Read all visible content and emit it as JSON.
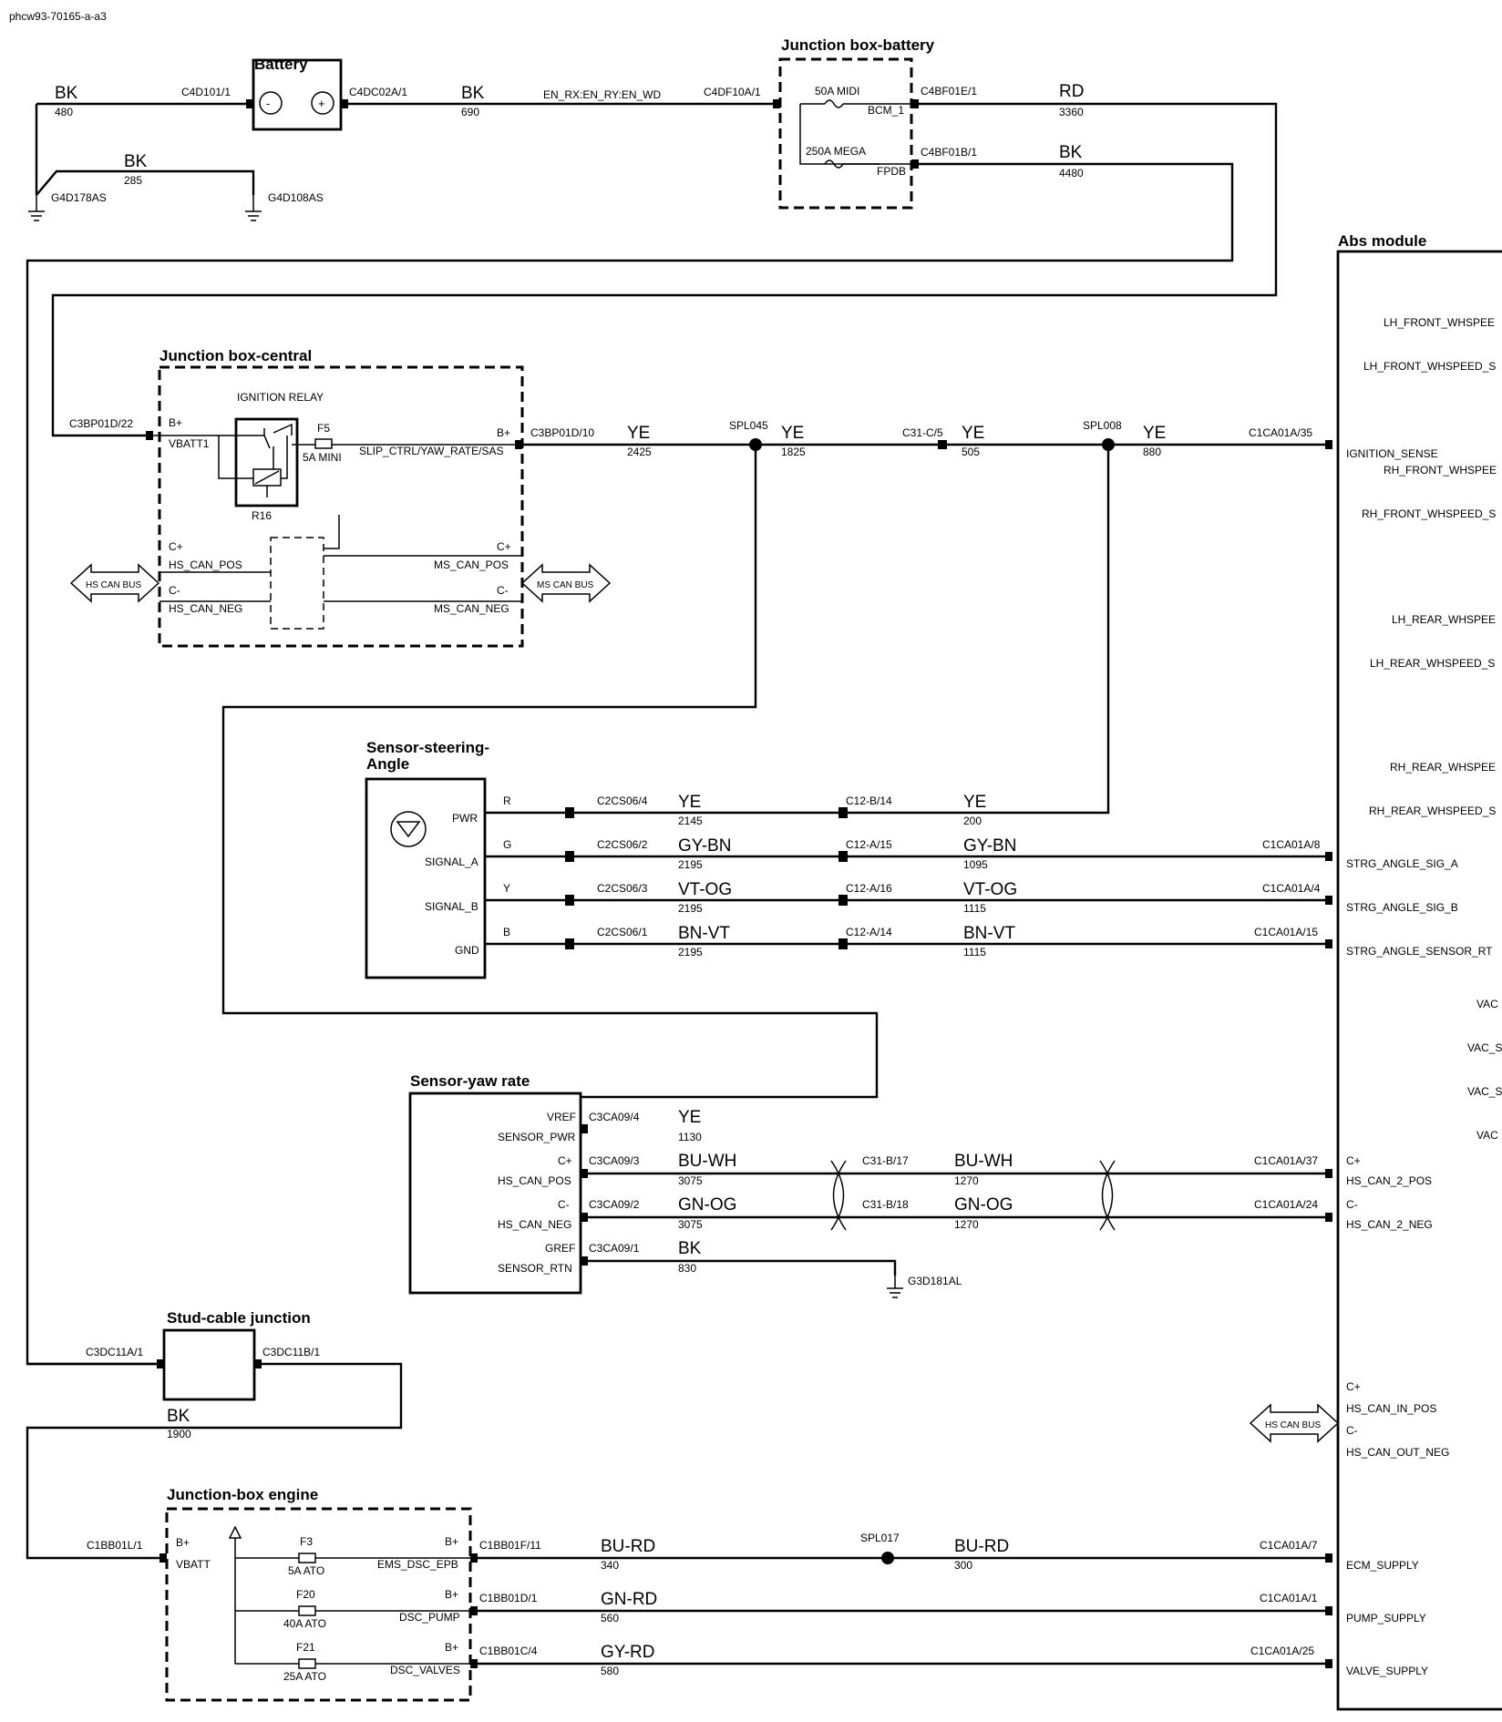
{
  "figure_id": "phcw93-70165-a-a3",
  "components": {
    "battery": {
      "title": "Battery",
      "neg": "-",
      "pos": "+"
    },
    "jb_battery": {
      "title": "Junction box-battery",
      "fuse1": "50A MIDI",
      "fuse1_pin": "BCM_1",
      "fuse2": "250A MEGA",
      "fuse2_pin": "FPDB"
    },
    "jb_central": {
      "title": "Junction box-central",
      "relay": "IGNITION RELAY",
      "relay_ref": "R16",
      "fuse": "F5",
      "fuse_rating": "5A MINI",
      "b_plus_in": "B+",
      "vbatt": "VBATT1",
      "b_plus_out": "B+",
      "slip": "SLIP_CTRL/YAW_RATE/SAS",
      "c_plus_l": "C+",
      "hs_pos": "HS_CAN_POS",
      "c_minus_l": "C-",
      "hs_neg": "HS_CAN_NEG",
      "c_plus_r": "C+",
      "ms_pos": "MS_CAN_POS",
      "c_minus_r": "C-",
      "ms_neg": "MS_CAN_NEG",
      "hs_bus": "HS CAN BUS",
      "ms_bus": "MS CAN BUS"
    },
    "steering": {
      "title_1": "Sensor-steering-",
      "title_2": "Angle",
      "pins": [
        "PWR",
        "SIGNAL_A",
        "SIGNAL_B",
        "GND"
      ],
      "pin_letters": [
        "R",
        "G",
        "Y",
        "B"
      ]
    },
    "yaw": {
      "title": "Sensor-yaw rate",
      "pins": [
        [
          "VREF",
          "SENSOR_PWR"
        ],
        [
          "C+",
          "HS_CAN_POS"
        ],
        [
          "C-",
          "HS_CAN_NEG"
        ],
        [
          "GREF",
          "SENSOR_RTN"
        ]
      ]
    },
    "stud": {
      "title": "Stud-cable junction"
    },
    "jb_engine": {
      "title": "Junction-box engine",
      "b_plus_in": "B+",
      "vbatt": "VBATT",
      "fuses": [
        {
          "ref": "F3",
          "rating": "5A ATO",
          "b": "B+",
          "out": "EMS_DSC_EPB"
        },
        {
          "ref": "F20",
          "rating": "40A ATO",
          "b": "B+",
          "out": "DSC_PUMP"
        },
        {
          "ref": "F21",
          "rating": "25A ATO",
          "b": "B+",
          "out": "DSC_VALVES"
        }
      ]
    },
    "abs": {
      "title": "Abs module",
      "pins": [
        "LH_FRONT_WHSPEE",
        "LH_FRONT_WHSPEED_S",
        "IGNITION_SENSE",
        "RH_FRONT_WHSPEE",
        "RH_FRONT_WHSPEED_S",
        "LH_REAR_WHSPEE",
        "LH_REAR_WHSPEED_S",
        "RH_REAR_WHSPEE",
        "RH_REAR_WHSPEED_S",
        "STRG_ANGLE_SIG_A",
        "STRG_ANGLE_SIG_B",
        "STRG_ANGLE_SENSOR_RT",
        "VAC",
        "VAC_S",
        "VAC_S",
        "VAC",
        "C+",
        "HS_CAN_2_POS",
        "C-",
        "HS_CAN_2_NEG",
        "C+",
        "HS_CAN_IN_POS",
        "C-",
        "HS_CAN_OUT_NEG",
        "ECM_SUPPLY",
        "PUMP_SUPPLY",
        "VALVE_SUPPLY"
      ],
      "hs_bus": "HS CAN BUS"
    }
  },
  "connectors": {
    "c4d101": "C4D101/1",
    "c4dc02a": "C4DC02A/1",
    "c4df10a": "C4DF10A/1",
    "c4bf01e": "C4BF01E/1",
    "c4bf01b": "C4BF01B/1",
    "c3bp01d22": "C3BP01D/22",
    "c3bp01d10": "C3BP01D/10",
    "c31c5": "C31-C/5",
    "c1ca01a35": "C1CA01A/35",
    "c2cs06_4": "C2CS06/4",
    "c2cs06_2": "C2CS06/2",
    "c2cs06_3": "C2CS06/3",
    "c2cs06_1": "C2CS06/1",
    "c12b14": "C12-B/14",
    "c12a15": "C12-A/15",
    "c12a16": "C12-A/16",
    "c12a14": "C12-A/14",
    "c1ca01a8": "C1CA01A/8",
    "c1ca01a4": "C1CA01A/4",
    "c1ca01a15": "C1CA01A/15",
    "c3ca09_4": "C3CA09/4",
    "c3ca09_3": "C3CA09/3",
    "c3ca09_2": "C3CA09/2",
    "c3ca09_1": "C3CA09/1",
    "c31b17": "C31-B/17",
    "c31b18": "C31-B/18",
    "c1ca01a37": "C1CA01A/37",
    "c1ca01a24": "C1CA01A/24",
    "c3dc11a": "C3DC11A/1",
    "c3dc11b": "C3DC11B/1",
    "c1bb01l": "C1BB01L/1",
    "c1bb01f": "C1BB01F/11",
    "c1bb01d": "C1BB01D/1",
    "c1bb01c": "C1BB01C/4",
    "c1ca01a7": "C1CA01A/7",
    "c1ca01a1": "C1CA01A/1",
    "c1ca01a25": "C1CA01A/25"
  },
  "grounds": {
    "g4d178": "G4D178AS",
    "g4d108": "G4D108AS",
    "g3d181": "G3D181AL"
  },
  "splices": {
    "spl045": "SPL045",
    "spl008": "SPL008",
    "spl017": "SPL017"
  },
  "signal_name": "EN_RX:EN_RY:EN_WD",
  "wires": {
    "w480": {
      "color": "BK",
      "num": "480"
    },
    "w690": {
      "color": "BK",
      "num": "690"
    },
    "w285": {
      "color": "BK",
      "num": "285"
    },
    "w3360": {
      "color": "RD",
      "num": "3360"
    },
    "w4480": {
      "color": "BK",
      "num": "4480"
    },
    "w2425": {
      "color": "YE",
      "num": "2425"
    },
    "w1825": {
      "color": "YE",
      "num": "1825"
    },
    "w505": {
      "color": "YE",
      "num": "505"
    },
    "w880": {
      "color": "YE",
      "num": "880"
    },
    "w2145": {
      "color": "YE",
      "num": "2145"
    },
    "w200": {
      "color": "YE",
      "num": "200"
    },
    "w2195a": {
      "color": "GY-BN",
      "num": "2195"
    },
    "w1095": {
      "color": "GY-BN",
      "num": "1095"
    },
    "w2195b": {
      "color": "VT-OG",
      "num": "2195"
    },
    "w1115a": {
      "color": "VT-OG",
      "num": "1115"
    },
    "w2195c": {
      "color": "BN-VT",
      "num": "2195"
    },
    "w1115b": {
      "color": "BN-VT",
      "num": "1115"
    },
    "w1130": {
      "color": "YE",
      "num": "1130"
    },
    "w3075a": {
      "color": "BU-WH",
      "num": "3075"
    },
    "w1270a": {
      "color": "BU-WH",
      "num": "1270"
    },
    "w3075b": {
      "color": "GN-OG",
      "num": "3075"
    },
    "w1270b": {
      "color": "GN-OG",
      "num": "1270"
    },
    "w830": {
      "color": "BK",
      "num": "830"
    },
    "w1900": {
      "color": "BK",
      "num": "1900"
    },
    "w340": {
      "color": "BU-RD",
      "num": "340"
    },
    "w300": {
      "color": "BU-RD",
      "num": "300"
    },
    "w560": {
      "color": "GN-RD",
      "num": "560"
    },
    "w580": {
      "color": "GY-RD",
      "num": "580"
    }
  }
}
